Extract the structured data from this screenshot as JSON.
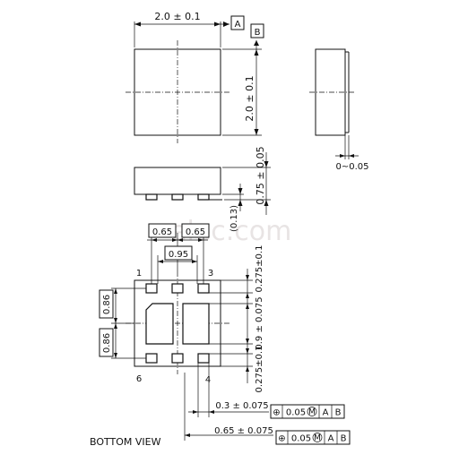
{
  "top_view": {
    "width_dim": "2.0 ± 0.1",
    "height_dim": "2.0 ± 0.1",
    "datum_a": "A",
    "datum_b": "B"
  },
  "side_view": {
    "thickness_dim": "0.75 ± 0.05",
    "standoff_dim": "(0.13)"
  },
  "end_view": {
    "flatness_dim": "0~0.05"
  },
  "bottom_view": {
    "title": "BOTTOM VIEW",
    "pitch_left": "0.65",
    "pitch_right": "0.65",
    "span": "0.95",
    "pin_1": "1",
    "pin_3": "3",
    "pin_4": "4",
    "pin_6": "6",
    "pad_top_dim": "0.275±0.1",
    "pad_center_dim": "0.9 ± 0.075",
    "pad_bottom_dim": "0.275±0.1",
    "row_pitch_upper": "0.86",
    "row_pitch_lower": "0.86",
    "pad_width_dim": "0.3 ± 0.075",
    "pad_pitch_dim": "0.65 ± 0.075",
    "fcf1": {
      "symbol": "⊕",
      "tol": "0.05",
      "modifier": "M",
      "datums": [
        "A",
        "B"
      ]
    },
    "fcf2": {
      "symbol": "⊕",
      "tol": "0.05",
      "modifier": "M",
      "datums": [
        "A",
        "B"
      ]
    }
  },
  "watermark": "elec.com"
}
